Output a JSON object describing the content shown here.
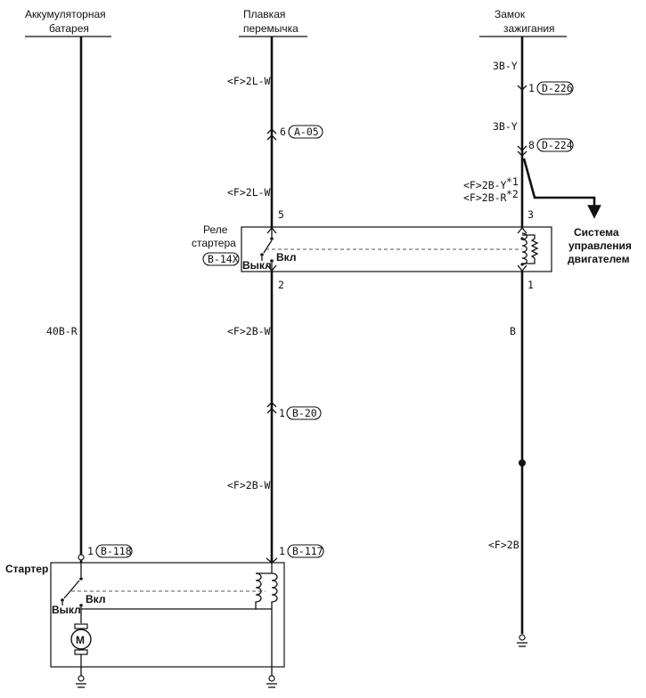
{
  "headers": {
    "battery": [
      "Аккумуляторная",
      "батарея"
    ],
    "fusible_link": [
      "Плавкая",
      "перемычка"
    ],
    "ignition_switch": [
      "Замок",
      "зажигания"
    ]
  },
  "wires": {
    "battery_main": "40B-R",
    "fl_top": "<F>2L-W",
    "fl_mid": "<F>2L-W",
    "fl_relay_out": "<F>2B-W",
    "fl_lower": "<F>2B-W",
    "ig_top": "3B-Y",
    "ig_mid": "3B-Y",
    "ig_var1": "<F>2B-Y",
    "ig_var1_mark": "*1",
    "ig_var2": "<F>2B-R",
    "ig_var2_mark": "*2",
    "ig_relay_out": "B",
    "ig_bottom": "<F>2B"
  },
  "connectors": {
    "a05": {
      "pin": "6",
      "id": "A-05"
    },
    "d226": {
      "pin": "1",
      "id": "D-226"
    },
    "d224": {
      "pin": "8",
      "id": "D-224"
    },
    "b20": {
      "pin": "1",
      "id": "B-20"
    },
    "b118": {
      "pin": "1",
      "id": "B-118"
    },
    "b117": {
      "pin": "1",
      "id": "B-117"
    }
  },
  "relay": {
    "title": [
      "Реле",
      "стартера"
    ],
    "connector": "B-14X",
    "pin_5": "5",
    "pin_3": "3",
    "pin_2": "2",
    "pin_1": "1",
    "on_label": "Вкл",
    "off_label": "Выкл"
  },
  "starter": {
    "title": "Стартер",
    "on_label": "Вкл",
    "off_label": "Выкл",
    "motor_symbol": "M"
  },
  "engine_control": [
    "Система",
    "управления",
    "двигателем"
  ]
}
